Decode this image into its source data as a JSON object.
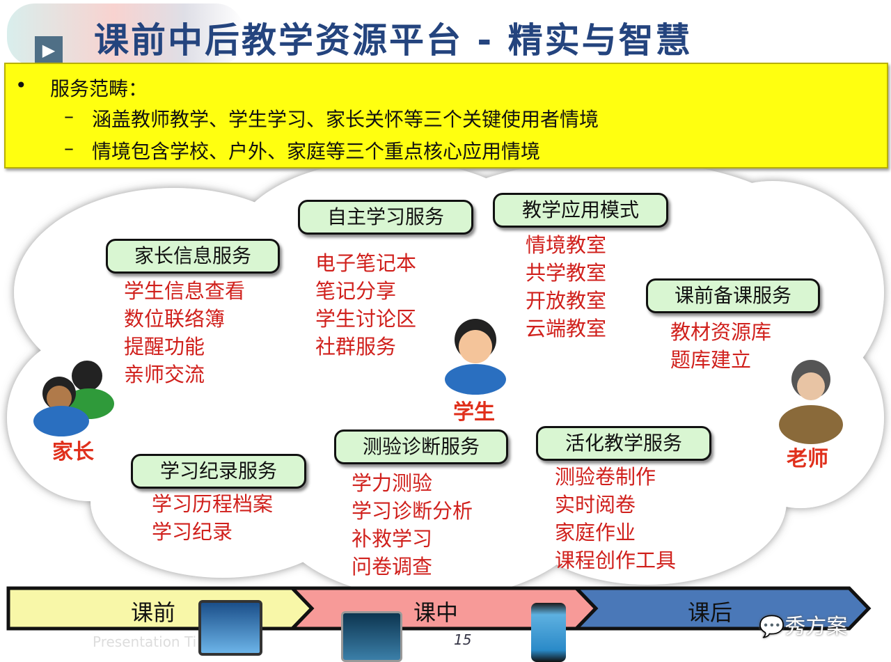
{
  "title": "课前中后教学资源平台 - 精实与智慧",
  "summary": {
    "heading": "服务范畴：",
    "items": [
      "涵盖教师教学、学生学习、家长关怀等三个关键使用者情境",
      "情境包含学校、户外、家庭等三个重点核心应用情境"
    ]
  },
  "services": [
    {
      "label": "家长信息服务",
      "items": [
        "学生信息查看",
        "数位联络簿",
        "提醒功能",
        "亲师交流"
      ]
    },
    {
      "label": "自主学习服务",
      "items": [
        "电子笔记本",
        "笔记分享",
        "学生讨论区",
        "社群服务"
      ]
    },
    {
      "label": "教学应用模式",
      "items": [
        "情境教室",
        "共学教室",
        "开放教室",
        "云端教室"
      ]
    },
    {
      "label": "课前备课服务",
      "items": [
        "教材资源库",
        "题库建立"
      ]
    },
    {
      "label": "学习纪录服务",
      "items": [
        "学习历程档案",
        "学习纪录"
      ]
    },
    {
      "label": "测验诊断服务",
      "items": [
        "学力测验",
        "学习诊断分析",
        "补救学习",
        "问卷调查"
      ]
    },
    {
      "label": "活化教学服务",
      "items": [
        "测验卷制作",
        "实时阅卷",
        "家庭作业",
        "课程创作工具"
      ]
    }
  ],
  "roles": {
    "parent": "家长",
    "student": "学生",
    "teacher": "老师"
  },
  "stages": [
    "课前",
    "课中",
    "课后"
  ],
  "footer": {
    "presentation": "Presentation Ti",
    "page": "15",
    "watermark": "秀方案"
  },
  "colors": {
    "title": "#24447e",
    "summary_bg": "#ffff10",
    "service_bg": "#d9f6d2",
    "items": "#d0201c",
    "stage_before": "#f8f7a8",
    "stage_during": "#f79a98",
    "stage_after": "#4a78b8"
  }
}
